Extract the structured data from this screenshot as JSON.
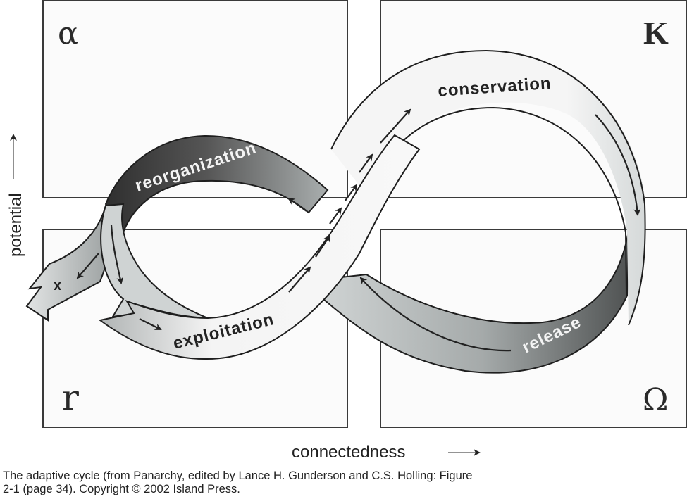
{
  "figure": {
    "title": "The adaptive cycle",
    "quadrants": [
      {
        "id": "alpha",
        "symbol": "α",
        "position": "top-left"
      },
      {
        "id": "K",
        "symbol": "K",
        "position": "top-right"
      },
      {
        "id": "r",
        "symbol": "r",
        "position": "bottom-left"
      },
      {
        "id": "omega",
        "symbol": "Ω",
        "position": "bottom-right"
      }
    ],
    "phases": {
      "reorganization": "reorganization",
      "conservation": "conservation",
      "exploitation": "exploitation",
      "release": "release",
      "exit": "x"
    },
    "axes": {
      "x_label": "connectedness",
      "x_arrow": "⟶",
      "y_label": "potential",
      "y_arrow": "⟶"
    },
    "colors": {
      "band_light": "#f2f2f2",
      "band_mid": "#b8bcbc",
      "band_dark": "#3c3c3c",
      "outline": "#1e1e1e",
      "box_fill": "#fbfbfb"
    }
  },
  "caption": {
    "line1": "The adaptive cycle (from Panarchy, edited by Lance H. Gunderson and C.S. Holling: Figure",
    "line2": "2-1 (page 34). Copyright © 2002 Island Press."
  }
}
